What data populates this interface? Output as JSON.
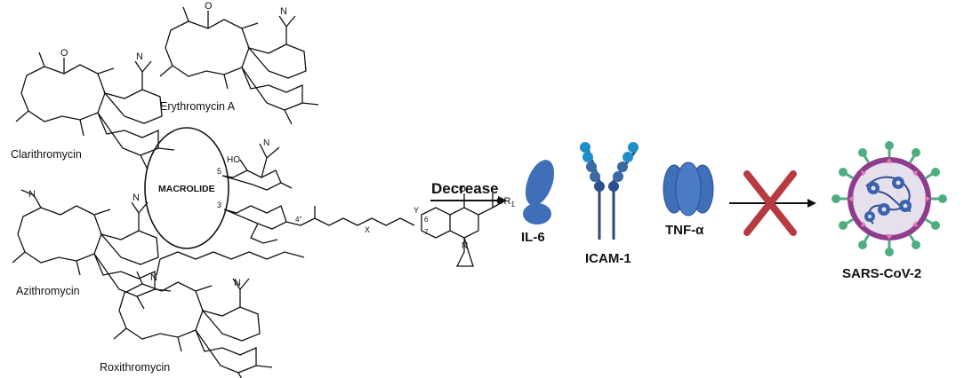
{
  "compounds": {
    "clarithromycin": "Clarithromycin",
    "erythromycin": "Erythromycin A",
    "azithromycin": "Azithromycin",
    "roxithromycin": "Roxithromycin"
  },
  "hybrid": {
    "core_label": "MACROLIDE",
    "position_5": "5",
    "position_3": "3",
    "position_4pp": "4\"",
    "atom_x": "X",
    "atom_y": "Y",
    "pos_6": "6",
    "pos_7": "7",
    "ester": "OR",
    "ester_sub": "1",
    "nitrogen": "N",
    "oxygen": "O",
    "hydroxyl": "HO"
  },
  "pathway": {
    "arrow_label": "Decrease",
    "il6": "IL-6",
    "icam1": "ICAM-1",
    "tnf": "TNF-α",
    "virus": "SARS-CoV-2"
  },
  "colors": {
    "protein_blue": "#3f6fb8",
    "protein_dark": "#2d4f8e",
    "icam_stalk": "#2e4a75",
    "icam_light": "#1f8fc9",
    "block_red": "#b73a40",
    "virus_green": "#4fae7f",
    "virus_purple": "#8e3c8e",
    "virus_pink": "#e07bb0",
    "virus_blue": "#3b63b0"
  }
}
